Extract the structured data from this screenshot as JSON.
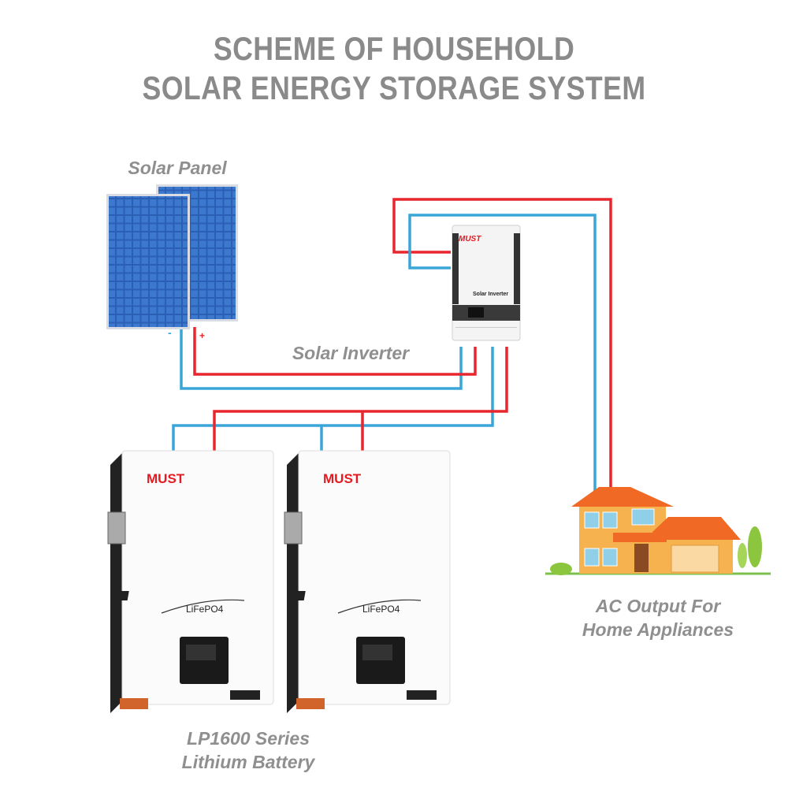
{
  "title": {
    "line1": "SCHEME OF HOUSEHOLD",
    "line2": "SOLAR ENERGY STORAGE SYSTEM"
  },
  "labels": {
    "solar_panel": "Solar Panel",
    "solar_inverter": "Solar Inverter",
    "ac_output_line1": "AC Output For",
    "ac_output_line2": "Home Appliances",
    "battery_line1": "LP1600 Series",
    "battery_line2": "Lithium Battery"
  },
  "panel_terminals": {
    "negative": "-",
    "positive": "+"
  },
  "inverter": {
    "brand": "MUST",
    "model_text": "Solar Inverter"
  },
  "batteries": [
    {
      "brand": "MUST",
      "chemistry": "LiFePO4"
    },
    {
      "brand": "MUST",
      "chemistry": "LiFePO4"
    }
  ],
  "colors": {
    "positive_wire": "#e8262d",
    "negative_wire": "#3aa6d8",
    "text_gray": "#8f8f8f",
    "brand_red": "#e31b23"
  }
}
